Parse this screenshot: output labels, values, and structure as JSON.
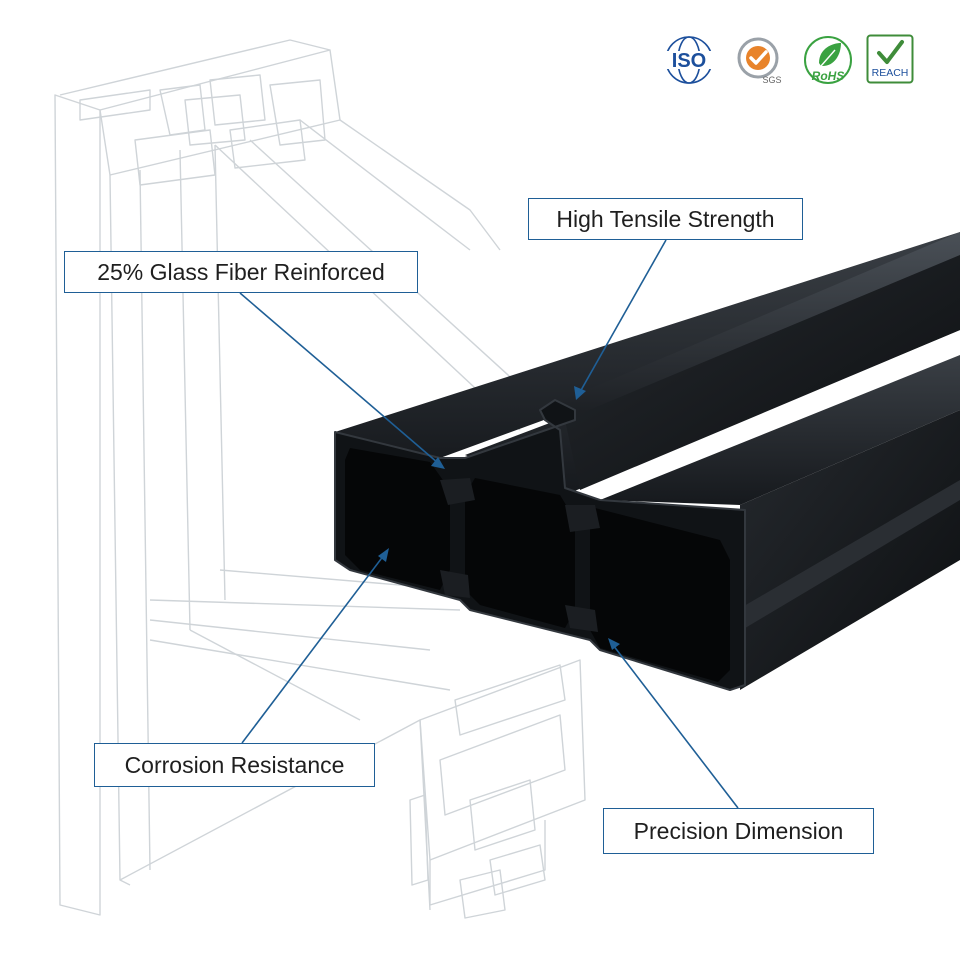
{
  "certifications": {
    "iso": "ISO",
    "sgs": "SGS",
    "rohs": "RoHS",
    "reach": "REACH"
  },
  "callouts": {
    "tensile": "High Tensile Strength",
    "glass_fiber": "25% Glass Fiber Reinforced",
    "corrosion": "Corrosion Resistance",
    "precision": "Precision Dimension"
  },
  "colors": {
    "background": "#ffffff",
    "profile": "#14171b",
    "callout_border": "#1f5f96",
    "leader_line": "#1f5f96",
    "sketch_lines": "#c9ced3",
    "iso_blue": "#1c4f9c",
    "sgs_orange": "#e8832a",
    "rohs_green": "#3aa241",
    "reach_green": "#3f8c3a"
  }
}
